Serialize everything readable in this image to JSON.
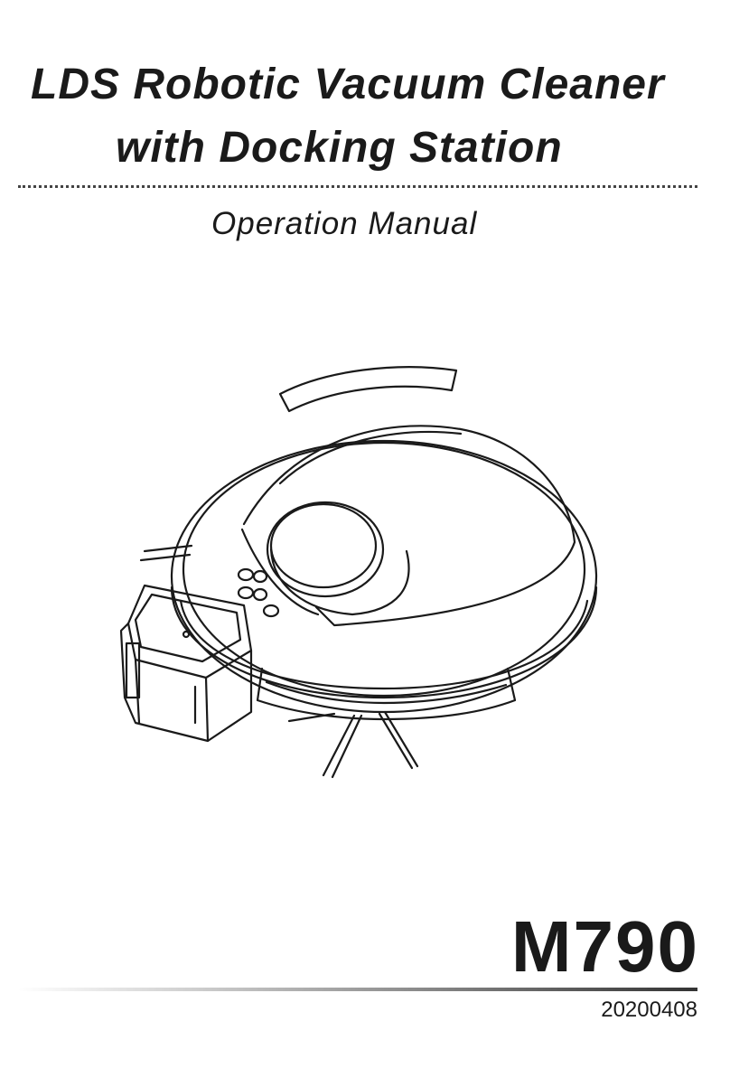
{
  "cover": {
    "title_line_1": "LDS Robotic Vacuum Cleaner",
    "title_line_2": "with Docking Station",
    "subtitle": "Operation Manual",
    "model": "M790",
    "doc_code": "20200408"
  },
  "illustration": {
    "subject": "robot-vacuum-line-drawing",
    "stroke_color": "#1a1a1a"
  }
}
